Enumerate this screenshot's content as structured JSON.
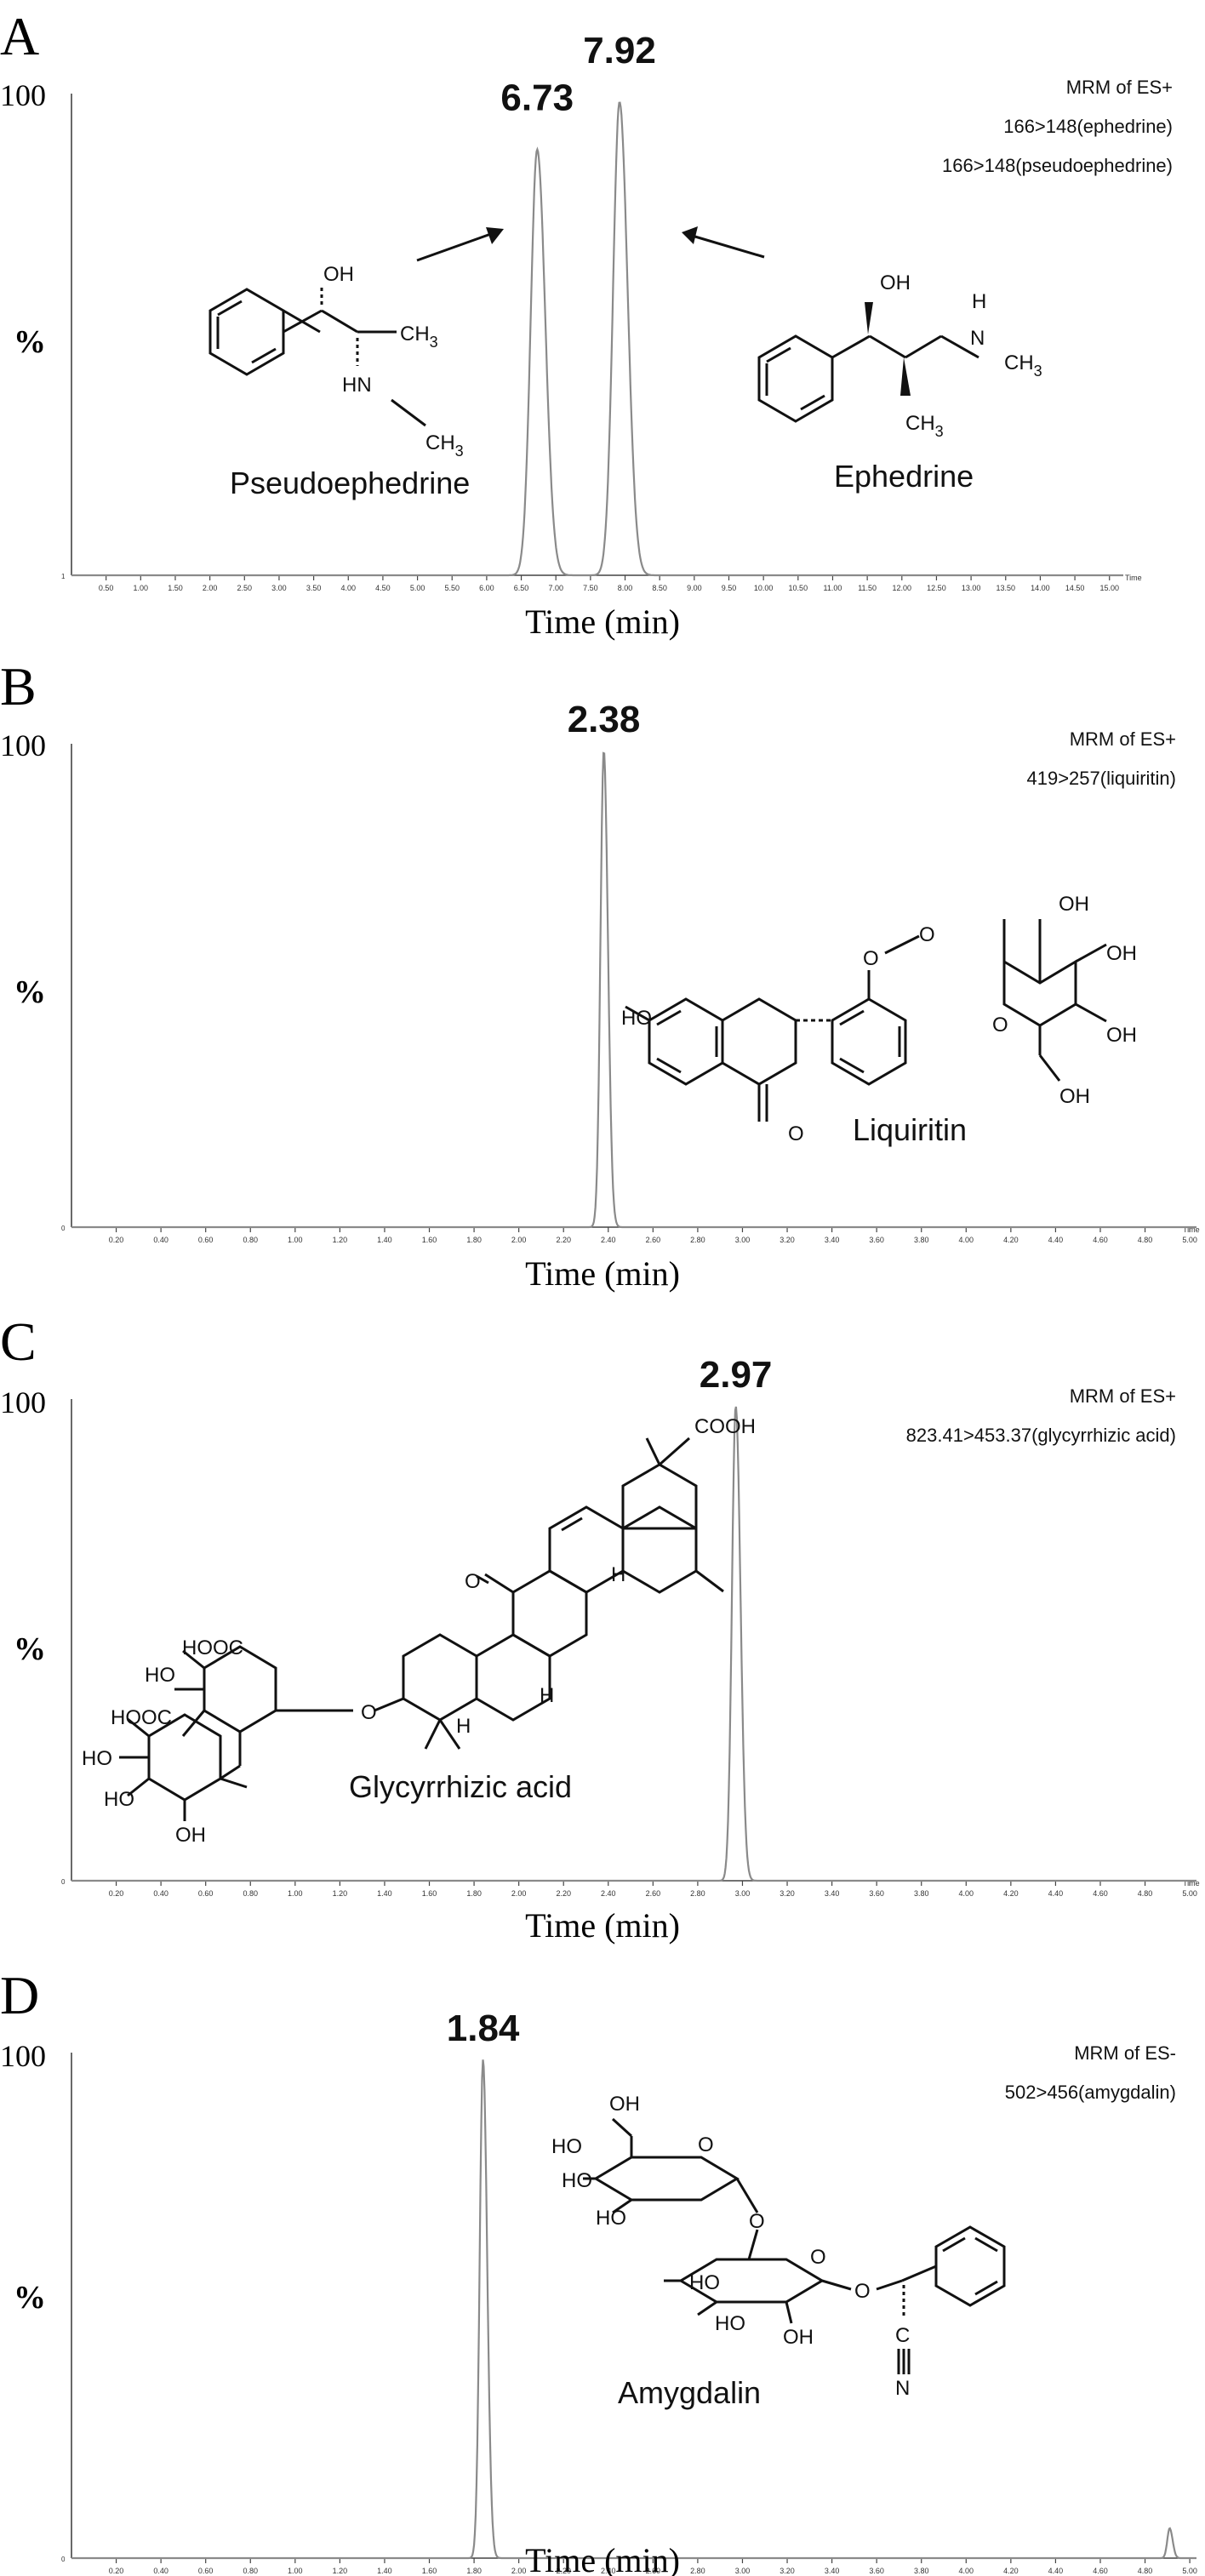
{
  "chart_data": [
    {
      "panel": "A",
      "type": "line",
      "xlabel": "Time (min)",
      "ylabel": "%",
      "ymax_label": "100",
      "xlim": [
        0.0,
        15.2
      ],
      "ylim": [
        0,
        100
      ],
      "time_word": "Time",
      "zero_label": "1",
      "ticks": [
        0.5,
        1.0,
        1.5,
        2.0,
        2.5,
        3.0,
        3.5,
        4.0,
        4.5,
        5.0,
        5.5,
        6.0,
        6.5,
        7.0,
        7.5,
        8.0,
        8.5,
        9.0,
        9.5,
        10.0,
        10.5,
        11.0,
        11.5,
        12.0,
        12.5,
        13.0,
        13.5,
        14.0,
        14.5,
        15.0
      ],
      "tick_decimals": 2,
      "peaks": [
        {
          "rt": 6.73,
          "height": 90,
          "width": 0.22,
          "label": "6.73"
        },
        {
          "rt": 7.92,
          "height": 100,
          "width": 0.22,
          "label": "7.92"
        }
      ],
      "mrm": [
        "MRM of ES+",
        "166>148(ephedrine)",
        "166>148(pseudoephedrine)"
      ],
      "compounds": [
        "Pseudoephedrine",
        "Ephedrine"
      ],
      "atoms": {
        "oh": "OH",
        "ch3": "CH",
        "sub3": "3",
        "hn": "HN",
        "n": "N",
        "h": "H"
      }
    },
    {
      "panel": "B",
      "type": "line",
      "xlabel": "Time (min)",
      "ylabel": "%",
      "ymax_label": "100",
      "xlim": [
        0.0,
        5.03
      ],
      "ylim": [
        0,
        100
      ],
      "time_word": "Time",
      "zero_label": "0",
      "ticks": [
        0.2,
        0.4,
        0.6,
        0.8,
        1.0,
        1.2,
        1.4,
        1.6,
        1.8,
        2.0,
        2.2,
        2.4,
        2.6,
        2.8,
        3.0,
        3.2,
        3.4,
        3.6,
        3.8,
        4.0,
        4.2,
        4.4,
        4.6,
        4.8,
        5.0
      ],
      "tick_decimals": 2,
      "peaks": [
        {
          "rt": 2.38,
          "height": 100,
          "width": 0.035,
          "label": "2.38"
        }
      ],
      "mrm": [
        "MRM of ES+",
        "419>257(liquiritin)"
      ],
      "compounds": [
        "Liquiritin"
      ],
      "atoms": {
        "ho": "HO",
        "oh": "OH",
        "o": "O"
      }
    },
    {
      "panel": "C",
      "type": "line",
      "xlabel": "Time (min)",
      "ylabel": "%",
      "ymax_label": "100",
      "xlim": [
        0.0,
        5.03
      ],
      "ylim": [
        0,
        100
      ],
      "time_word": "Time",
      "zero_label": "0",
      "ticks": [
        0.2,
        0.4,
        0.6,
        0.8,
        1.0,
        1.2,
        1.4,
        1.6,
        1.8,
        2.0,
        2.2,
        2.4,
        2.6,
        2.8,
        3.0,
        3.2,
        3.4,
        3.6,
        3.8,
        4.0,
        4.2,
        4.4,
        4.6,
        4.8,
        5.0
      ],
      "tick_decimals": 2,
      "peaks": [
        {
          "rt": 2.97,
          "height": 100,
          "width": 0.04,
          "label": "2.97"
        }
      ],
      "mrm": [
        "MRM of ES+",
        "823.41>453.37(glycyrrhizic acid)"
      ],
      "compounds": [
        "Glycyrrhizic acid"
      ],
      "atoms": {
        "cooh": "COOH",
        "hoooc": "HOOC",
        "ho": "HO",
        "oh": "OH",
        "o": "O",
        "h": "H"
      }
    },
    {
      "panel": "D",
      "type": "line",
      "xlabel": "Time (min)",
      "ylabel": "%",
      "ymax_label": "100",
      "xlim": [
        0.0,
        5.03
      ],
      "ylim": [
        0,
        100
      ],
      "time_word": "",
      "zero_label": "0",
      "ticks": [
        0.2,
        0.4,
        0.6,
        0.8,
        1.0,
        1.2,
        1.4,
        1.6,
        1.8,
        2.0,
        2.2,
        2.4,
        2.6,
        2.8,
        3.0,
        3.2,
        3.4,
        3.6,
        3.8,
        4.0,
        4.2,
        4.4,
        4.6,
        4.8,
        5.0
      ],
      "tick_decimals": 2,
      "peaks": [
        {
          "rt": 1.84,
          "height": 100,
          "width": 0.035,
          "label": "1.84"
        },
        {
          "rt": 4.91,
          "height": 6,
          "width": 0.025,
          "label": ""
        }
      ],
      "mrm": [
        "MRM of ES-",
        "502>456(amygdalin)"
      ],
      "compounds": [
        "Amygdalin"
      ],
      "atoms": {
        "oh": "OH",
        "ho": "HO",
        "o": "O",
        "c": "C",
        "n": "N"
      }
    }
  ],
  "panel_letters": [
    "A",
    "B",
    "C",
    "D"
  ]
}
